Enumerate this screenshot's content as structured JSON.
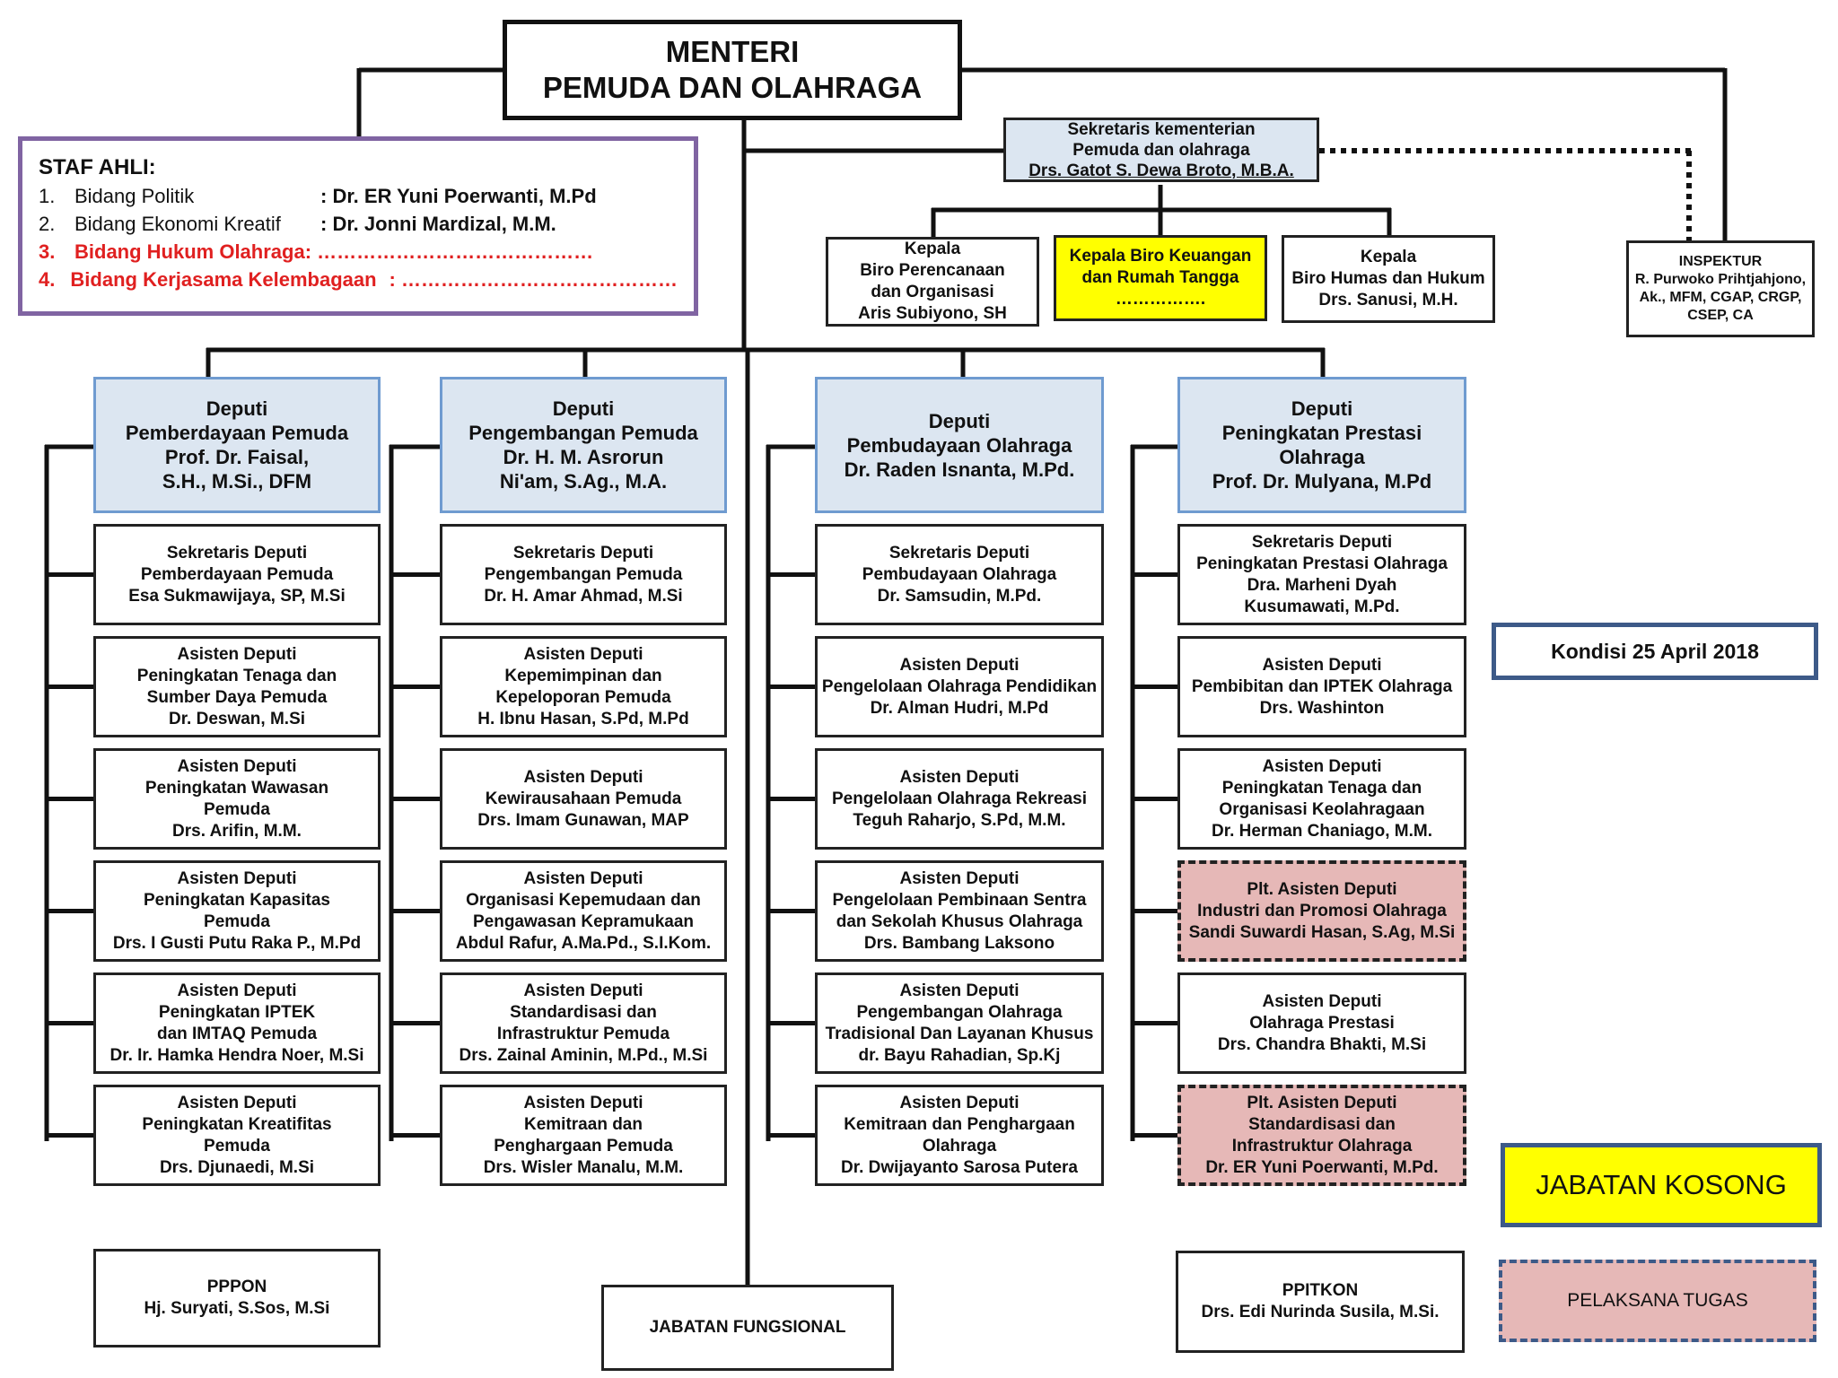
{
  "minister": {
    "line1": "MENTERI",
    "line2": "PEMUDA DAN OLAHRAGA"
  },
  "secretary": {
    "lines": [
      "Sekretaris kementerian",
      "Pemuda dan olahraga",
      "Drs. Gatot S. Dewa Broto, M.B.A."
    ]
  },
  "inspektur": {
    "lines": [
      "INSPEKTUR",
      "R. Purwoko Prihtjahjono,",
      "Ak., MFM, CGAP, CRGP,",
      "CSEP, CA"
    ]
  },
  "bureaus": [
    {
      "lines": [
        "Kepala",
        "Biro Perencanaan",
        "dan  Organisasi",
        "Aris Subiyono, SH"
      ]
    },
    {
      "lines": [
        "Kepala Biro Keuangan",
        "dan Rumah Tangga",
        "……………."
      ]
    },
    {
      "lines": [
        "Kepala",
        "Biro Humas dan Hukum",
        "Drs. Sanusi, M.H."
      ]
    }
  ],
  "staff_ahli": {
    "title": "STAF AHLI:",
    "items": [
      {
        "num": "1.",
        "label": "Bidang  Politik",
        "value": ": Dr. ER Yuni Poerwanti, M.Pd"
      },
      {
        "num": "2.",
        "label": "Bidang  Ekonomi Kreatif",
        "value": ": Dr. Jonni Mardizal, M.M."
      },
      {
        "num": "3.",
        "label": "Bidang  Hukum Olahraga",
        "value": ": ……………………………………"
      },
      {
        "num": "4.",
        "label": "Bidang  Kerjasama Kelembagaan",
        "value": ": ……………………………………"
      }
    ]
  },
  "deputies": [
    {
      "head": [
        "Deputi",
        "Pemberdayaan Pemuda",
        "Prof. Dr. Faisal,",
        "S.H., M.Si., DFM"
      ],
      "units": [
        [
          "Sekretaris Deputi",
          "Pemberdayaan Pemuda",
          "Esa Sukmawijaya, SP, M.Si"
        ],
        [
          "Asisten Deputi",
          "Peningkatan Tenaga dan",
          "Sumber Daya Pemuda",
          "Dr. Deswan, M.Si"
        ],
        [
          "Asisten Deputi",
          "Peningkatan Wawasan",
          "Pemuda",
          "Drs. Arifin, M.M."
        ],
        [
          "Asisten Deputi",
          "Peningkatan Kapasitas",
          "Pemuda",
          "Drs. I Gusti Putu Raka P., M.Pd"
        ],
        [
          "Asisten Deputi",
          "Peningkatan IPTEK",
          "dan IMTAQ Pemuda",
          "Dr. Ir. Hamka Hendra Noer, M.Si"
        ],
        [
          "Asisten Deputi",
          "Peningkatan Kreatifitas",
          "Pemuda",
          "Drs. Djunaedi, M.Si"
        ]
      ]
    },
    {
      "head": [
        "Deputi",
        "Pengembangan Pemuda",
        "Dr. H. M. Asrorun",
        "Ni'am, S.Ag., M.A."
      ],
      "units": [
        [
          "Sekretaris Deputi",
          "Pengembangan Pemuda",
          "Dr. H. Amar Ahmad, M.Si"
        ],
        [
          "Asisten Deputi",
          "Kepemimpinan  dan",
          "Kepeloporan Pemuda",
          "H. Ibnu Hasan, S.Pd, M.Pd"
        ],
        [
          "Asisten Deputi",
          "Kewirausahaan Pemuda",
          "Drs. Imam Gunawan, MAP"
        ],
        [
          "Asisten Deputi",
          "Organisasi Kepemudaan dan",
          "Pengawasan Kepramukaan",
          "Abdul Rafur, A.Ma.Pd., S.I.Kom."
        ],
        [
          "Asisten Deputi",
          "Standardisasi dan",
          "Infrastruktur Pemuda",
          "Drs. Zainal Aminin, M.Pd., M.Si"
        ],
        [
          "Asisten Deputi",
          "Kemitraan dan",
          "Penghargaan Pemuda",
          "Drs. Wisler Manalu, M.M."
        ]
      ]
    },
    {
      "head": [
        "Deputi",
        "Pembudayaan Olahraga",
        "Dr. Raden Isnanta, M.Pd."
      ],
      "units": [
        [
          "Sekretaris Deputi",
          "Pembudayaan Olahraga",
          "Dr. Samsudin, M.Pd."
        ],
        [
          "Asisten Deputi",
          "Pengelolaan Olahraga Pendidikan",
          "Dr. Alman Hudri, M.Pd"
        ],
        [
          "Asisten Deputi",
          "Pengelolaan Olahraga Rekreasi",
          "Teguh Raharjo, S.Pd, M.M."
        ],
        [
          "Asisten Deputi",
          "Pengelolaan Pembinaan Sentra",
          "dan Sekolah Khusus Olahraga",
          "Drs. Bambang Laksono"
        ],
        [
          "Asisten Deputi",
          "Pengembangan Olahraga",
          "Tradisional Dan Layanan Khusus",
          "dr. Bayu Rahadian, Sp.Kj"
        ],
        [
          "Asisten Deputi",
          "Kemitraan dan Penghargaan",
          "Olahraga",
          "Dr. Dwijayanto Sarosa Putera"
        ]
      ]
    },
    {
      "head": [
        "Deputi",
        "Peningkatan Prestasi",
        "Olahraga",
        "Prof. Dr. Mulyana, M.Pd"
      ],
      "units": [
        [
          "Sekretaris Deputi",
          "Peningkatan Prestasi Olahraga",
          "Dra. Marheni Dyah",
          "Kusumawati, M.Pd."
        ],
        [
          "Asisten Deputi",
          "Pembibitan dan IPTEK Olahraga",
          "Drs. Washinton"
        ],
        [
          "Asisten Deputi",
          "Peningkatan Tenaga dan",
          "Organisasi Keolahragaan",
          "Dr. Herman Chaniago, M.M."
        ],
        [
          "Plt. Asisten Deputi",
          "Industri dan Promosi Olahraga",
          "Sandi Suwardi Hasan, S.Ag, M.Si"
        ],
        [
          "Asisten Deputi",
          "Olahraga Prestasi",
          "Drs. Chandra Bhakti, M.Si"
        ],
        [
          "Plt. Asisten Deputi",
          "Standardisasi dan",
          "Infrastruktur Olahraga",
          "Dr. ER Yuni Poerwanti, M.Pd."
        ]
      ],
      "acting_units": [
        3,
        5
      ]
    }
  ],
  "pppon": {
    "lines": [
      "PPPON",
      "Hj. Suryati, S.Sos, M.Si"
    ]
  },
  "ppitkon": {
    "lines": [
      "PPITKON",
      "Drs. Edi Nurinda Susila, M.Si."
    ]
  },
  "fungsional": {
    "label": "JABATAN FUNGSIONAL"
  },
  "legend": {
    "kondisi": "Kondisi 25 April 2018",
    "kosong": "JABATAN KOSONG",
    "plt": "PELAKSANA TUGAS"
  },
  "colors": {
    "deputy_fill": "#dce6f1",
    "vacant": "#ffff00",
    "acting": "#e6b8b7",
    "staff_border": "#8064a2",
    "legend_border": "#3d5a88",
    "staff_red": "#e02020"
  }
}
